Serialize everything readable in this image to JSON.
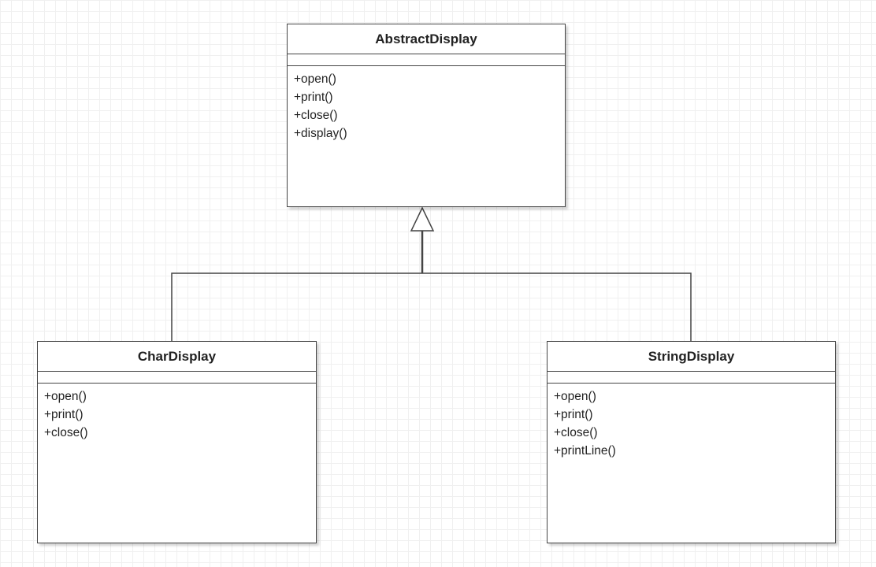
{
  "diagram": {
    "classes": [
      {
        "id": "abstract-display",
        "name": "AbstractDisplay",
        "attributes": [],
        "operations": [
          "+open()",
          "+print()",
          "+close()",
          "+display()"
        ]
      },
      {
        "id": "char-display",
        "name": "CharDisplay",
        "attributes": [],
        "operations": [
          "+open()",
          "+print()",
          "+close()"
        ]
      },
      {
        "id": "string-display",
        "name": "StringDisplay",
        "attributes": [],
        "operations": [
          "+open()",
          "+print()",
          "+close()",
          "+printLine()"
        ]
      }
    ],
    "relationships": [
      {
        "type": "generalization",
        "from": "CharDisplay",
        "to": "AbstractDisplay"
      },
      {
        "type": "generalization",
        "from": "StringDisplay",
        "to": "AbstractDisplay"
      }
    ],
    "colors": {
      "line": "#444444",
      "grid": "#f0f0f0",
      "fill": "#ffffff",
      "text": "#222222"
    }
  }
}
